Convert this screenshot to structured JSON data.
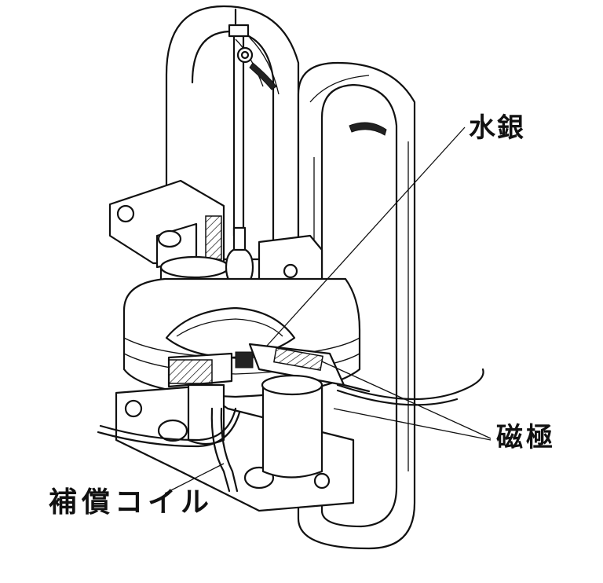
{
  "labels": {
    "mercury": "水銀",
    "magnetic_poles": "磁極",
    "compensation_coil": "補償コイル"
  },
  "colors": {
    "ink": "#111111",
    "paper": "#ffffff"
  }
}
